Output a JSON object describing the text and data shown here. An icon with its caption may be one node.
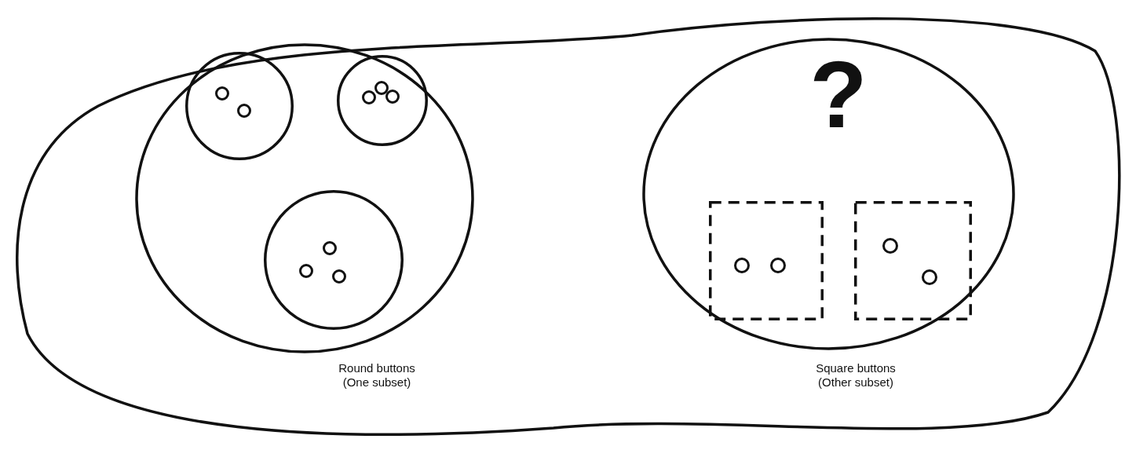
{
  "diagram": {
    "nodes": [
      {
        "text": [],
        "shape": "oval"
      },
      {
        "text": [
          "Round buttons (One subset)"
        ],
        "in": 0
      },
      {
        "text": [],
        "shape": "circle",
        "in": 1
      },
      {
        "text": [],
        "shape": "circle",
        "in": 1
      },
      {
        "text": [],
        "shape": "circle",
        "in": 1
      },
      {
        "text": [],
        "shape": "circle",
        "in": 2
      },
      {
        "text": [],
        "shape": "circle",
        "in": 2
      },
      {
        "text": [],
        "shape": "circle",
        "in": 3
      },
      {
        "text": [],
        "shape": "circle",
        "in": 3
      },
      {
        "text": [],
        "shape": "circle",
        "in": 3
      },
      {
        "text": [],
        "shape": "circle",
        "in": 4
      },
      {
        "text": [],
        "shape": "circle",
        "in": 4
      },
      {
        "text": [],
        "shape": "circle",
        "in": 4
      },
      {
        "text": [
          "?",
          "Square buttons (Other subset)"
        ],
        "in": 0
      },
      {
        "text": [],
        "shape": "box",
        "in": 13
      },
      {
        "text": [],
        "shape": "box",
        "in": 13
      },
      {
        "text": [],
        "shape": "circle",
        "in": 14
      },
      {
        "text": [],
        "shape": "circle",
        "in": 14
      },
      {
        "text": [],
        "shape": "circle",
        "in": 15
      },
      {
        "text": [],
        "shape": "circle",
        "in": 15
      }
    ],
    "edges": []
  }
}
